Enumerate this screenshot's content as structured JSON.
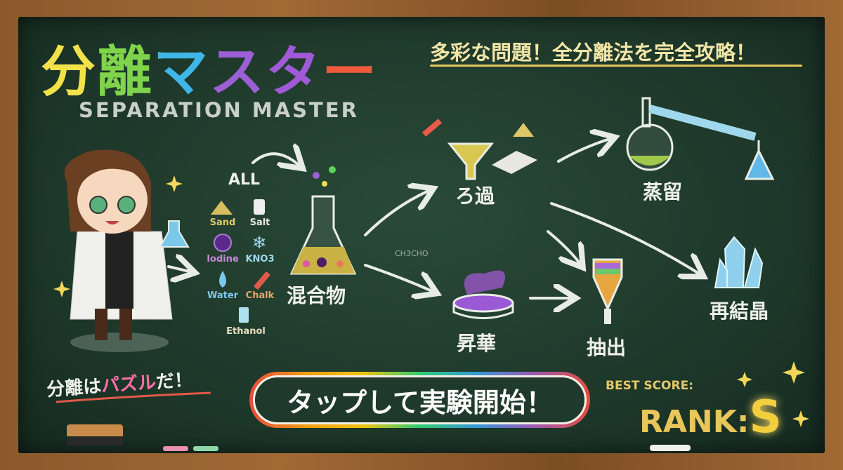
{
  "title": {
    "chars": [
      "分",
      "離",
      "マ",
      "ス",
      "タ",
      "ー"
    ],
    "colors": [
      "#f2e24a",
      "#7fd44b",
      "#3fb6e8",
      "#9b5fd6",
      "#a05ad8",
      "#ef5a3c"
    ],
    "subtitle": "SEPARATION MASTER"
  },
  "tagline": "多彩な問題！全分離法を完全攻略！",
  "materials": {
    "header": "ALL",
    "items": [
      {
        "label": "Sand",
        "color": "#e0c766"
      },
      {
        "label": "Salt",
        "color": "#e8e8e0"
      },
      {
        "label": "Iodine",
        "color": "#c48ad8"
      },
      {
        "label": "KNO3",
        "color": "#9fd8ec"
      },
      {
        "label": "Water",
        "color": "#7cc8ea"
      },
      {
        "label": "Chalk",
        "color": "#e0a56a"
      },
      {
        "label": "Ethanol",
        "color": "#e8dcc0"
      }
    ]
  },
  "nodes": {
    "mixture": "混合物",
    "filtration": "ろ過",
    "sublimation": "昇華",
    "distillation": "蒸留",
    "extraction": "抽出",
    "recrystallization": "再結晶"
  },
  "formula": "CH3CHO",
  "puzzle": {
    "a": "分離は",
    "b": "パズル",
    "c": "だ！"
  },
  "start_button": "タップして実験開始！",
  "best_score": {
    "label": "BEST SCORE:",
    "rank_label": "RANK:",
    "rank": "S"
  }
}
